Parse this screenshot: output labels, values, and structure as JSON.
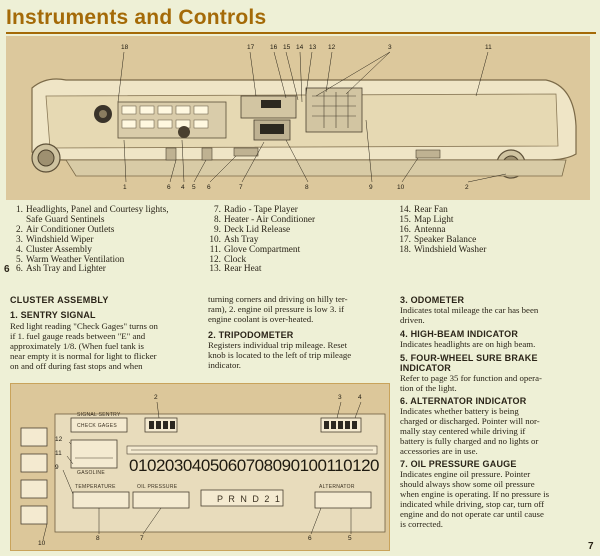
{
  "header": {
    "title": "Instruments and Controls"
  },
  "dashboard_callouts": [
    "18",
    "17",
    "16",
    "15",
    "14",
    "13",
    "12",
    "11",
    "3",
    "1",
    "6",
    "4",
    "5",
    "6",
    "7",
    "8",
    "9",
    "10",
    "2"
  ],
  "legend": {
    "col1": [
      {
        "num": "1.",
        "text": "Headlights, Panel and Courtesy lights,"
      },
      {
        "num": "",
        "text": "Safe Guard Sentinels"
      },
      {
        "num": "2.",
        "text": "Air Conditioner Outlets"
      },
      {
        "num": "3.",
        "text": "Windshield Wiper"
      },
      {
        "num": "4.",
        "text": "Cluster Assembly"
      },
      {
        "num": "5.",
        "text": "Warm Weather Ventilation"
      },
      {
        "num": "6.",
        "text": "Ash Tray and Lighter"
      }
    ],
    "col2": [
      {
        "num": "7.",
        "text": "Radio - Tape Player"
      },
      {
        "num": "8.",
        "text": "Heater - Air Conditioner"
      },
      {
        "num": "9.",
        "text": "Deck Lid Release"
      },
      {
        "num": "10.",
        "text": "Ash Tray"
      },
      {
        "num": "11.",
        "text": "Glove Compartment"
      },
      {
        "num": "12.",
        "text": "Clock"
      },
      {
        "num": "13.",
        "text": "Rear Heat"
      }
    ],
    "col3": [
      {
        "num": "14.",
        "text": "Rear Fan"
      },
      {
        "num": "15.",
        "text": "Map Light"
      },
      {
        "num": "16.",
        "text": "Antenna"
      },
      {
        "num": "17.",
        "text": "Speaker Balance"
      },
      {
        "num": "18.",
        "text": "Windshield Washer"
      }
    ]
  },
  "left_page_number": "6",
  "right_page_number": "7",
  "cluster": {
    "heading": "CLUSTER ASSEMBLY",
    "s1_title": "1.  SENTRY SIGNAL",
    "s1_body": [
      "Red light reading \"Check Gages\" turns on",
      "if 1. fuel gauge reads between \"E\" and",
      "approximately 1/8. (When fuel tank is",
      "near empty it is normal for light to flicker",
      "on and off during fast stops and when"
    ],
    "s1_cont": [
      "turning corners and driving on hilly ter-",
      "ram), 2. engine oil pressure is low 3. if",
      "engine coolant is over-heated."
    ],
    "s2_title": "2.  TRIPODOMETER",
    "s2_body": [
      "Registers individual trip mileage. Reset",
      "knob is located to the left of trip mileage",
      "indicator."
    ]
  },
  "right_col": {
    "s3_title": "3.  ODOMETER",
    "s3_body": [
      "Indicates total mileage the car has been",
      "driven."
    ],
    "s4_title": "4.  HIGH-BEAM INDICATOR",
    "s4_body": [
      "Indicates headlights are on high beam."
    ],
    "s5_title": [
      "5.  FOUR-WHEEL SURE BRAKE",
      "INDICATOR"
    ],
    "s5_body": [
      "Refer to page 35 for function and opera-",
      "tion of the light."
    ],
    "s6_title": "6.  ALTERNATOR INDICATOR",
    "s6_body": [
      "Indicates whether battery is being",
      "charged or discharged. Pointer will nor-",
      "mally stay centered while driving if",
      "battery is fully charged and no lights or",
      "accessories are in use."
    ],
    "s7_title": "7.  OIL PRESSURE GAUGE",
    "s7_body": [
      "Indicates engine oil pressure. Pointer",
      "should always show some oil pressure",
      "when engine is operating. If no pressure is",
      "indicated while driving, stop car, turn off",
      "engine and do not operate car until cause",
      "is corrected."
    ]
  },
  "gauge": {
    "signal_label": "SIGNAL SENTRY",
    "check_gages": "CHECK GAGES",
    "speed_marks": [
      "0",
      "10",
      "20",
      "30",
      "40",
      "50",
      "60",
      "70",
      "80",
      "90",
      "100",
      "110",
      "120"
    ],
    "gasoline": "GASOLINE",
    "temperature": "TEMPERATURE",
    "oil_pressure": "OIL PRESSURE",
    "alternator": "ALTERNATOR",
    "gear_display": "P R N D 2 1",
    "callouts": [
      "2",
      "3",
      "4",
      "12",
      "11",
      "9",
      "8",
      "7",
      "6",
      "5",
      "10"
    ]
  }
}
